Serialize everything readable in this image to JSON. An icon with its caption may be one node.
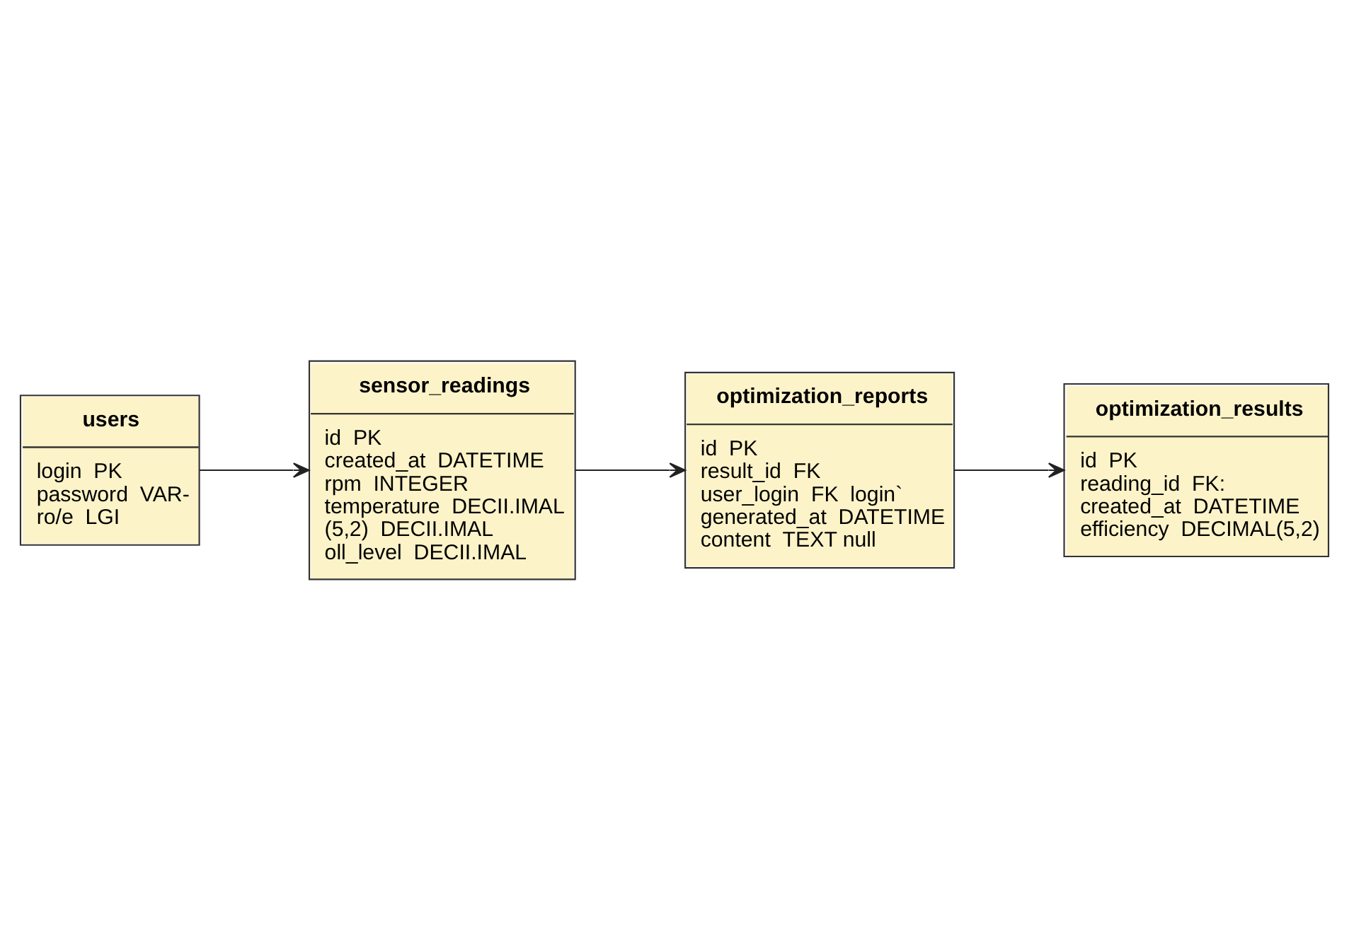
{
  "diagram": {
    "nodes": [
      {
        "text": [
          "users",
          "login  PK",
          "password  VAR-",
          "ro/e  LGI"
        ]
      },
      {
        "text": [
          "sensor_readings",
          "id  PK",
          "created_at  DATETIME",
          "rpm  INTEGER",
          "temperature  DECII.IMAL",
          "(5,2)  DECII.IMAL",
          "oll_level  DECII.IMAL"
        ]
      },
      {
        "text": [
          "optimization_reports",
          "id  PK",
          "result_id  FK",
          "user_login  FK  login`",
          "generated_at  DATETIME",
          "content  TEXT null"
        ]
      },
      {
        "text": [
          "optimization_results",
          "id  PK",
          "reading_id  FK:",
          "created_at  DATETIME",
          "efficiency  DECIMAL(5,2)"
        ]
      }
    ],
    "edges": [
      {
        "from": 0,
        "to": 1,
        "arrow": "to"
      },
      {
        "from": 1,
        "to": 2,
        "arrow": "to"
      },
      {
        "from": 2,
        "to": 3,
        "arrow": "to"
      }
    ]
  }
}
